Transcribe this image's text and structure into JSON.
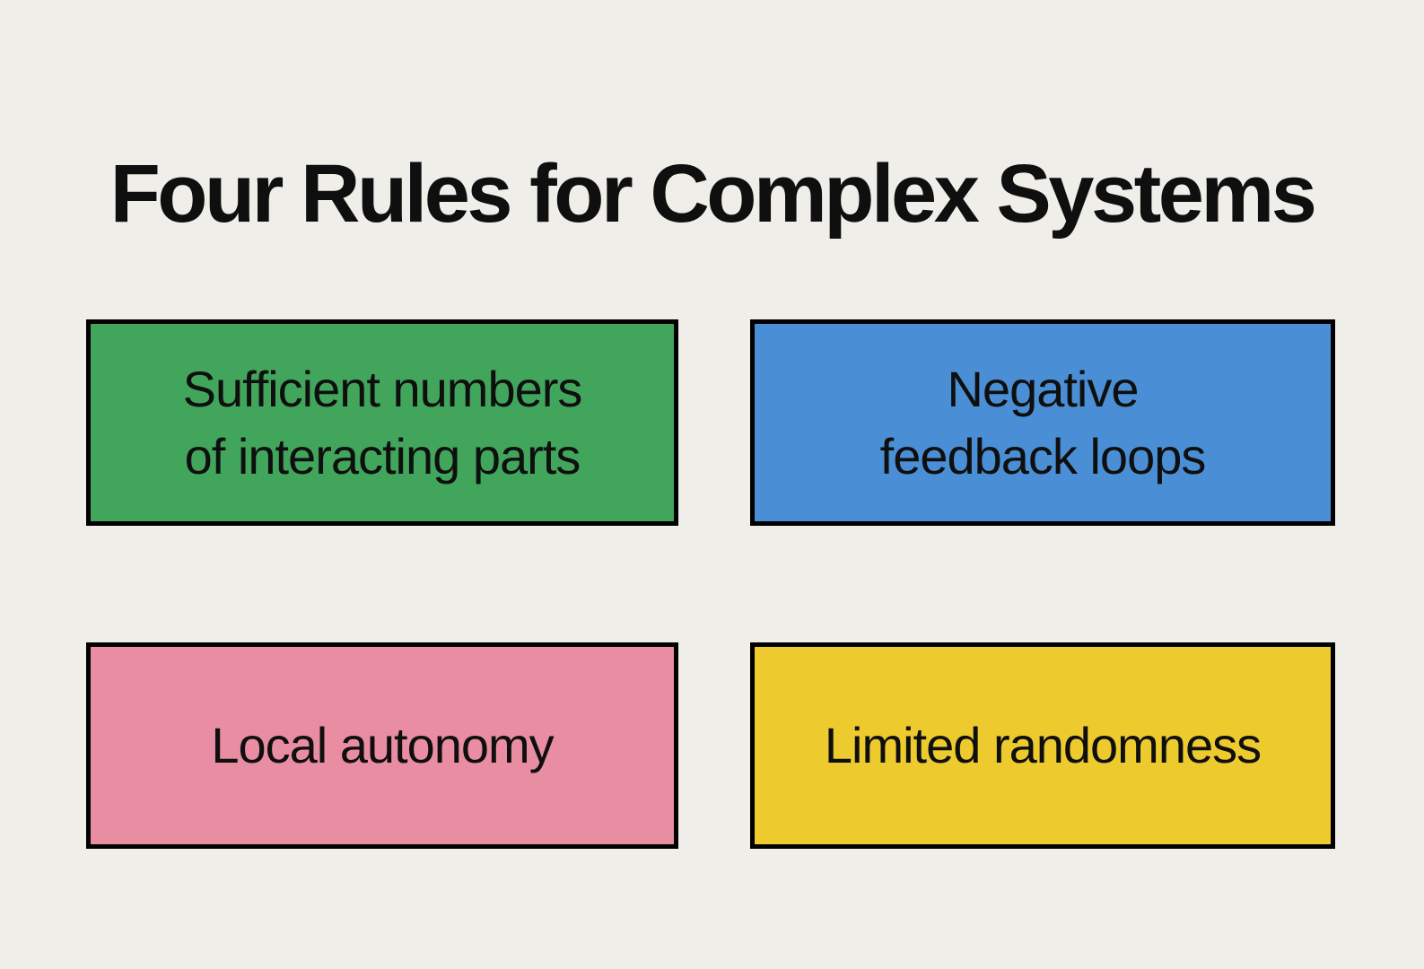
{
  "page": {
    "background_color": "#f0eee8",
    "text_color": "#0f0f0f",
    "border_color": "#000000"
  },
  "header": {
    "title": "Four Rules for Complex Systems"
  },
  "rules": [
    {
      "label": "Sufficient numbers of interacting parts",
      "lines": [
        "Sufficient numbers",
        "of interacting parts"
      ],
      "color": "#41a65c",
      "position": "top-left"
    },
    {
      "label": "Negative feedback loops",
      "lines": [
        "Negative",
        "feedback loops"
      ],
      "color": "#4a8fd5",
      "position": "top-right"
    },
    {
      "label": "Local autonomy",
      "lines": [
        "Local autonomy"
      ],
      "color": "#e98da2",
      "position": "bottom-left"
    },
    {
      "label": "Limited randomness",
      "lines": [
        "Limited randomness"
      ],
      "color": "#edca2e",
      "position": "bottom-right"
    }
  ]
}
